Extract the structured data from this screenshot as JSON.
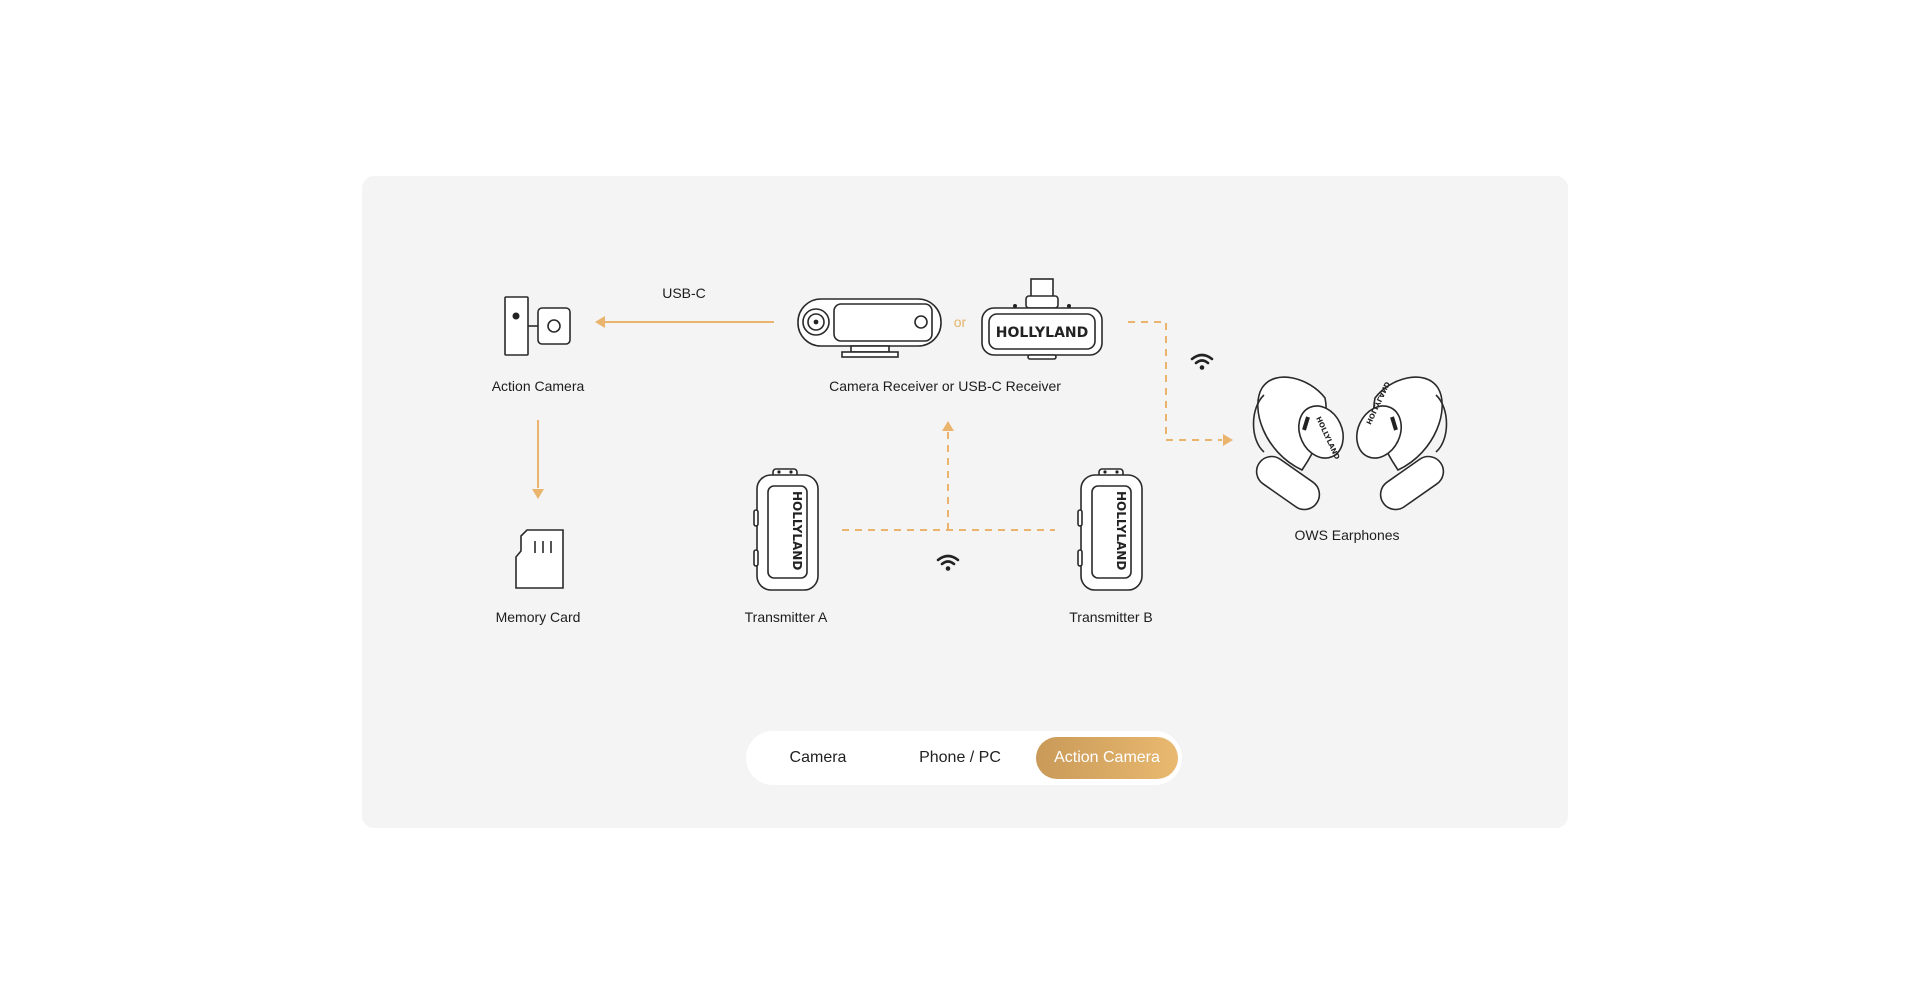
{
  "labels": {
    "usb_c": "USB-C",
    "or": "or",
    "action_camera": "Action Camera",
    "camera_receiver": "Camera Receiver or USB-C Receiver",
    "memory_card": "Memory Card",
    "transmitter_a": "Transmitter A",
    "transmitter_b": "Transmitter B",
    "ows_earphones": "OWS Earphones",
    "brand": "HOLLYLAND"
  },
  "tabs": [
    {
      "label": "Camera",
      "active": false
    },
    {
      "label": "Phone / PC",
      "active": false
    },
    {
      "label": "Action Camera",
      "active": true
    }
  ],
  "colors": {
    "accent": "#eab46c",
    "panel": "#f4f4f5",
    "active_tab_start": "#c99a58",
    "active_tab_end": "#e9b970"
  },
  "icons": [
    "wifi-icon",
    "action-camera-icon",
    "memory-card-icon",
    "camera-receiver-icon",
    "usb-c-receiver-icon",
    "transmitter-icon",
    "earphones-icon"
  ]
}
